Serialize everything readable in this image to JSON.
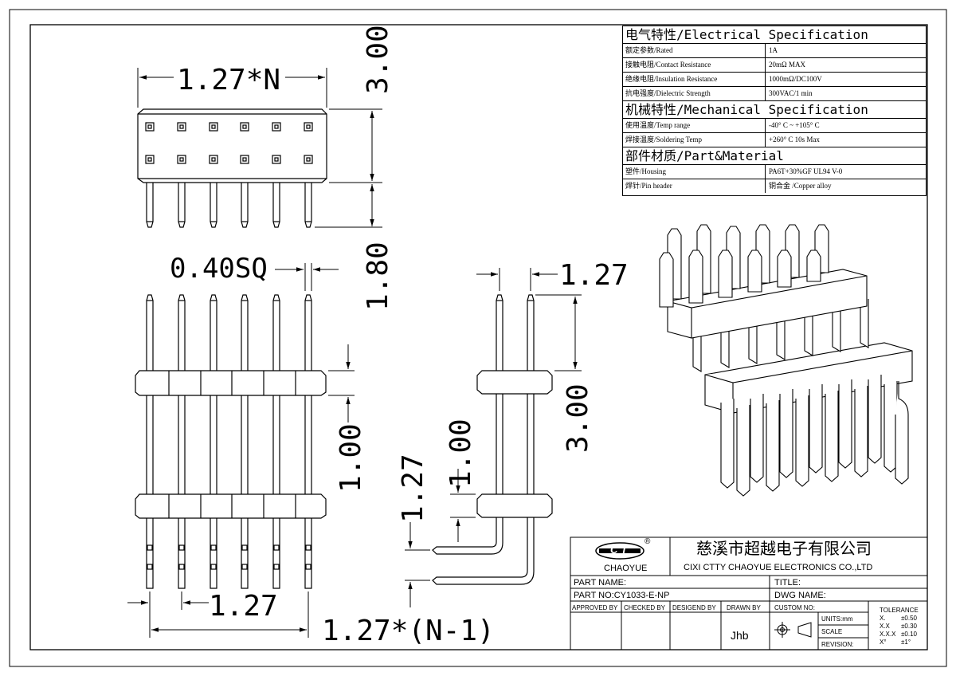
{
  "dimensions": {
    "width_n": "1.27*N",
    "height_top": "3.00",
    "pin_tail": "1.80",
    "pin_square": "0.40SQ",
    "pitch_side": "1.27",
    "side_height": "3.00",
    "front_spacer": "1.00",
    "side_spacer": "1.00",
    "side_pitch_vertical": "1.27",
    "bottom_pitch": "1.27",
    "bottom_total": "1.27*(N-1)"
  },
  "spec_table": {
    "electrical_title": "电气特性/Electrical Specification",
    "electrical_rows": [
      {
        "label": "额定参数/Rated",
        "value": "1A"
      },
      {
        "label": "接触电阻/Contact Resistance",
        "value": "20mΩ MAX"
      },
      {
        "label": "绝缘电阻/Insulation Resistance",
        "value": "1000mΩ/DC100V"
      },
      {
        "label": "抗电强度/Dielectric Strength",
        "value": "300VAC/1 min"
      }
    ],
    "mechanical_title": "机械特性/Mechanical Specification",
    "mechanical_rows": [
      {
        "label": "使用温度/Temp range",
        "value": "-40° C ~ +105° C"
      },
      {
        "label": "焊接温度/Soldering Temp",
        "value": "+260° C  10s Max"
      }
    ],
    "material_title": "部件材质/Part&Material",
    "material_rows": [
      {
        "label": "塑件/Housing",
        "value": "PA6T+30%GF  UL94  V-0"
      },
      {
        "label": "焊针/Pin header",
        "value": "铜合金 /Copper alloy"
      }
    ]
  },
  "title_block": {
    "logo_mark": "CT",
    "registered": "®",
    "logo_name": "CHAOYUE",
    "company_cn": "慈溪市超越电子有限公司",
    "company_en": "CIXI CTTY CHAOYUE ELECTRONICS CO.,LTD",
    "part_name_label": "PART NAME:",
    "title_label": "TITLE:",
    "part_no_label": "PART NO:CY1033-E-NP",
    "dwg_name_label": "DWG NAME:",
    "approved_by": "APPROVED BY",
    "checked_by": "CHECKED BY",
    "designed_by": "DESIGEND BY",
    "drawn_by": "DRAWN BY",
    "drawn_by_value": "Jhb",
    "custom_no": "CUSTOM NO:",
    "units": "UNITS:mm",
    "scale": "SCALE",
    "revision": "REVISION:",
    "tolerance_title": "TOLERANCE",
    "tolerance_rows": [
      {
        "k": "X.",
        "v": "±0.50"
      },
      {
        "k": "X.X",
        "v": "±0.30"
      },
      {
        "k": "X.X.X",
        "v": "±0.10"
      },
      {
        "k": "X°",
        "v": "±1°"
      }
    ]
  }
}
